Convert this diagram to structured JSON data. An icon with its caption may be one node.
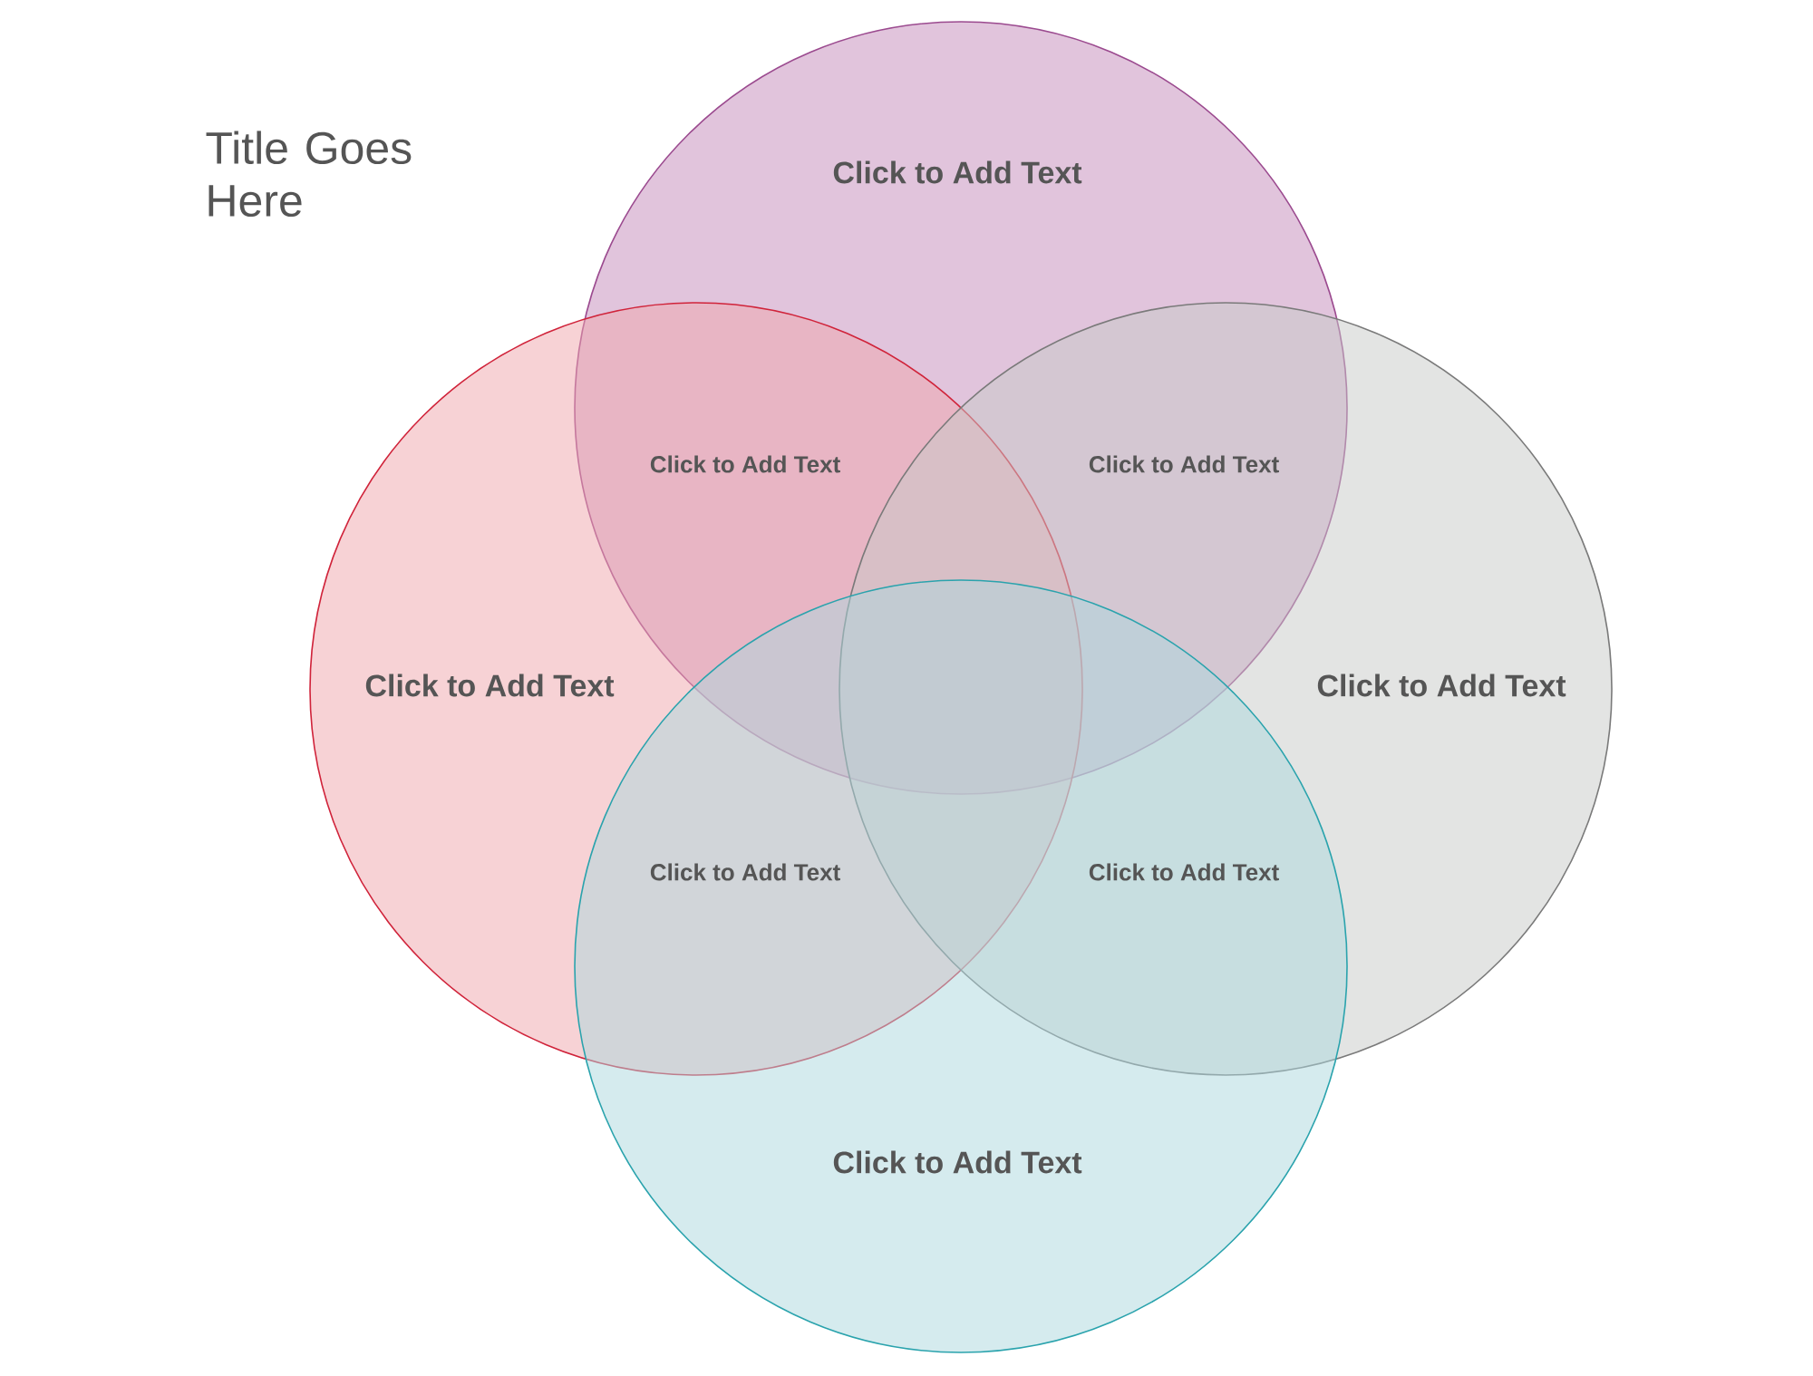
{
  "diagram": {
    "title": "Title Goes Here",
    "nodes": [
      {
        "text": [
          "Click to Add Text"
        ]
      },
      {
        "text": [
          "Click to Add Text"
        ]
      },
      {
        "text": [
          "Click to Add Text"
        ]
      },
      {
        "text": [
          "Click to Add Text"
        ]
      }
    ],
    "labels": [
      "Click to Add Text",
      "Click to Add Text",
      "Click to Add Text",
      "Click to Add Text"
    ]
  }
}
